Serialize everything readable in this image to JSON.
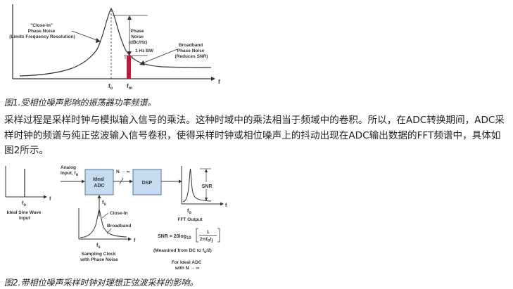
{
  "figure1": {
    "close_in_label": [
      "\"Close-In\"",
      "Phase Noise",
      "(Limits Frequency Resolution)"
    ],
    "phase_noise_label": [
      "Phase",
      "Noise",
      "(dBc/Hz)"
    ],
    "bw_label": "1 Hz BW",
    "broadband_label": [
      "Broadband",
      "Phase Noise",
      "(Reduces SNR)"
    ],
    "f0": "f",
    "f0_sub": "o",
    "fm": "f",
    "fm_sub": "m",
    "axis_f": "f",
    "colors": {
      "bar": "#c0183c",
      "line": "#333333"
    }
  },
  "caption1": "图1.受相位噪声影响的振荡器功率频谱。",
  "paragraph": "采样过程是采样时钟与模拟输入信号的乘法。这种时域中的乘法相当于频域中的卷积。所以，在ADC转换期间，ADC采样时钟的频谱与纯正弦波输入信号卷积，使得采样时钟或相位噪声上的抖动出现在ADC输出数据的FFT频谱中，具体如图2所示。",
  "figure2": {
    "ideal_sine_label": [
      "Ideal Sine Wave",
      "Input"
    ],
    "f0": "f",
    "f0_sub": "o",
    "axis_f": "f",
    "analog_input": [
      "Analog",
      "Input, f"
    ],
    "analog_input_sub": "o",
    "adc_label": [
      "Ideal",
      "ADC"
    ],
    "n_label": "N → ∞",
    "dsp_label": "DSP",
    "fs": "f",
    "fs_sub": "s",
    "close_in": "Close-In",
    "broadband": "Broadband",
    "sampling_clock": [
      "Sampling Clock",
      "with Phase Noise"
    ],
    "snr_label": "SNR",
    "fft_output": "FFT Output",
    "snr_formula_left": "SNR = 20log",
    "snr_formula_sub": "10",
    "snr_frac_num": "1",
    "snr_frac_den": "2πf",
    "snr_frac_den_sub": "o",
    "snr_frac_den_t": "t",
    "snr_frac_den_tsub": "j",
    "measured": "(Measured from DC to f",
    "measured_sub": "s",
    "measured_end": "/2)",
    "for_ideal": [
      "For Ideal ADC",
      "with N → ∞"
    ],
    "colors": {
      "box_fill": "#c5dcf0",
      "box_stroke": "#2a5a8a",
      "line": "#333333"
    }
  },
  "caption2": "图2.带相位噪声采样时钟对理想正弦波采样的影响。"
}
